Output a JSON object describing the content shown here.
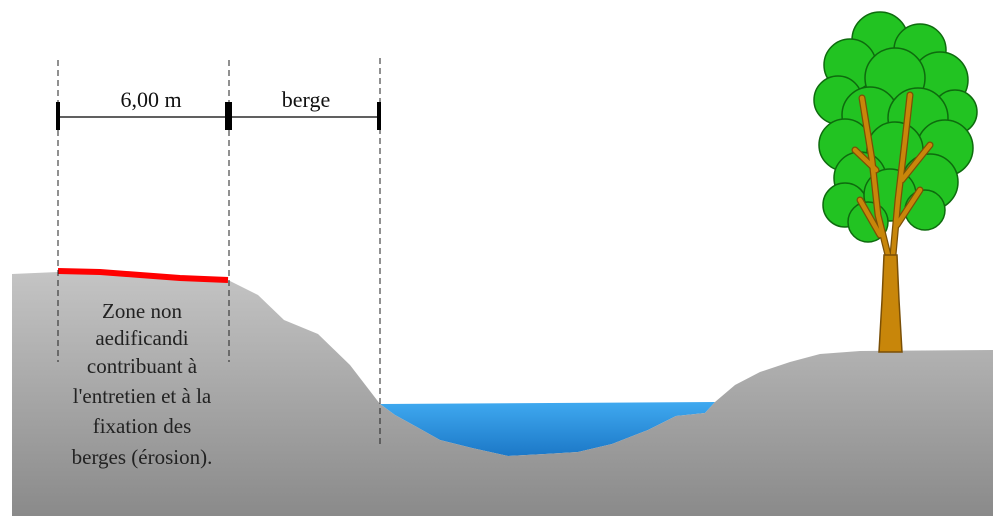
{
  "dimensions": {
    "setback_label": "6,00 m",
    "bank_label": "berge"
  },
  "caption": {
    "lines": [
      "Zone non",
      "aedificandi",
      "contribuant à",
      "l'entretien et à la",
      "fixation des",
      "berges (érosion)."
    ]
  },
  "colors": {
    "ground_top": "#c4c4c4",
    "ground_bottom": "#8a8a8a",
    "water_top": "#3fa9f0",
    "water_bottom": "#1c78c7",
    "setback_line": "#ff0000",
    "foliage": "#22c322",
    "foliage_outline": "#0e6b0e",
    "trunk": "#c8860a",
    "dimension_line": "#000000"
  },
  "icons": [
    "tree-icon"
  ]
}
